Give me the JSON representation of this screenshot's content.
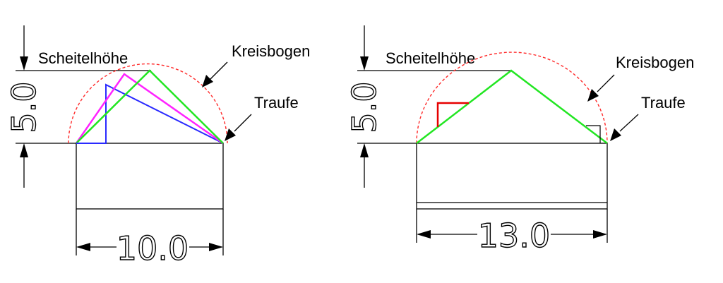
{
  "left": {
    "label_scheitel": "Scheitelhöhe",
    "label_kreisbogen": "Kreisbogen",
    "label_traufe": "Traufe",
    "dim_height": "5.0",
    "dim_width": "10.0"
  },
  "right": {
    "label_scheitel": "Scheitelhöhe",
    "label_kreisbogen": "Kreisbogen",
    "label_traufe": "Traufe",
    "dim_height": "5.0",
    "dim_width": "13.0"
  },
  "colors": {
    "outline": "#000000",
    "circle_arc": "#ff2a2a",
    "roof_blue": "#2a2aff",
    "roof_magenta": "#ff22ff",
    "roof_green": "#22e622",
    "angle_marker_red": "#e60000"
  }
}
